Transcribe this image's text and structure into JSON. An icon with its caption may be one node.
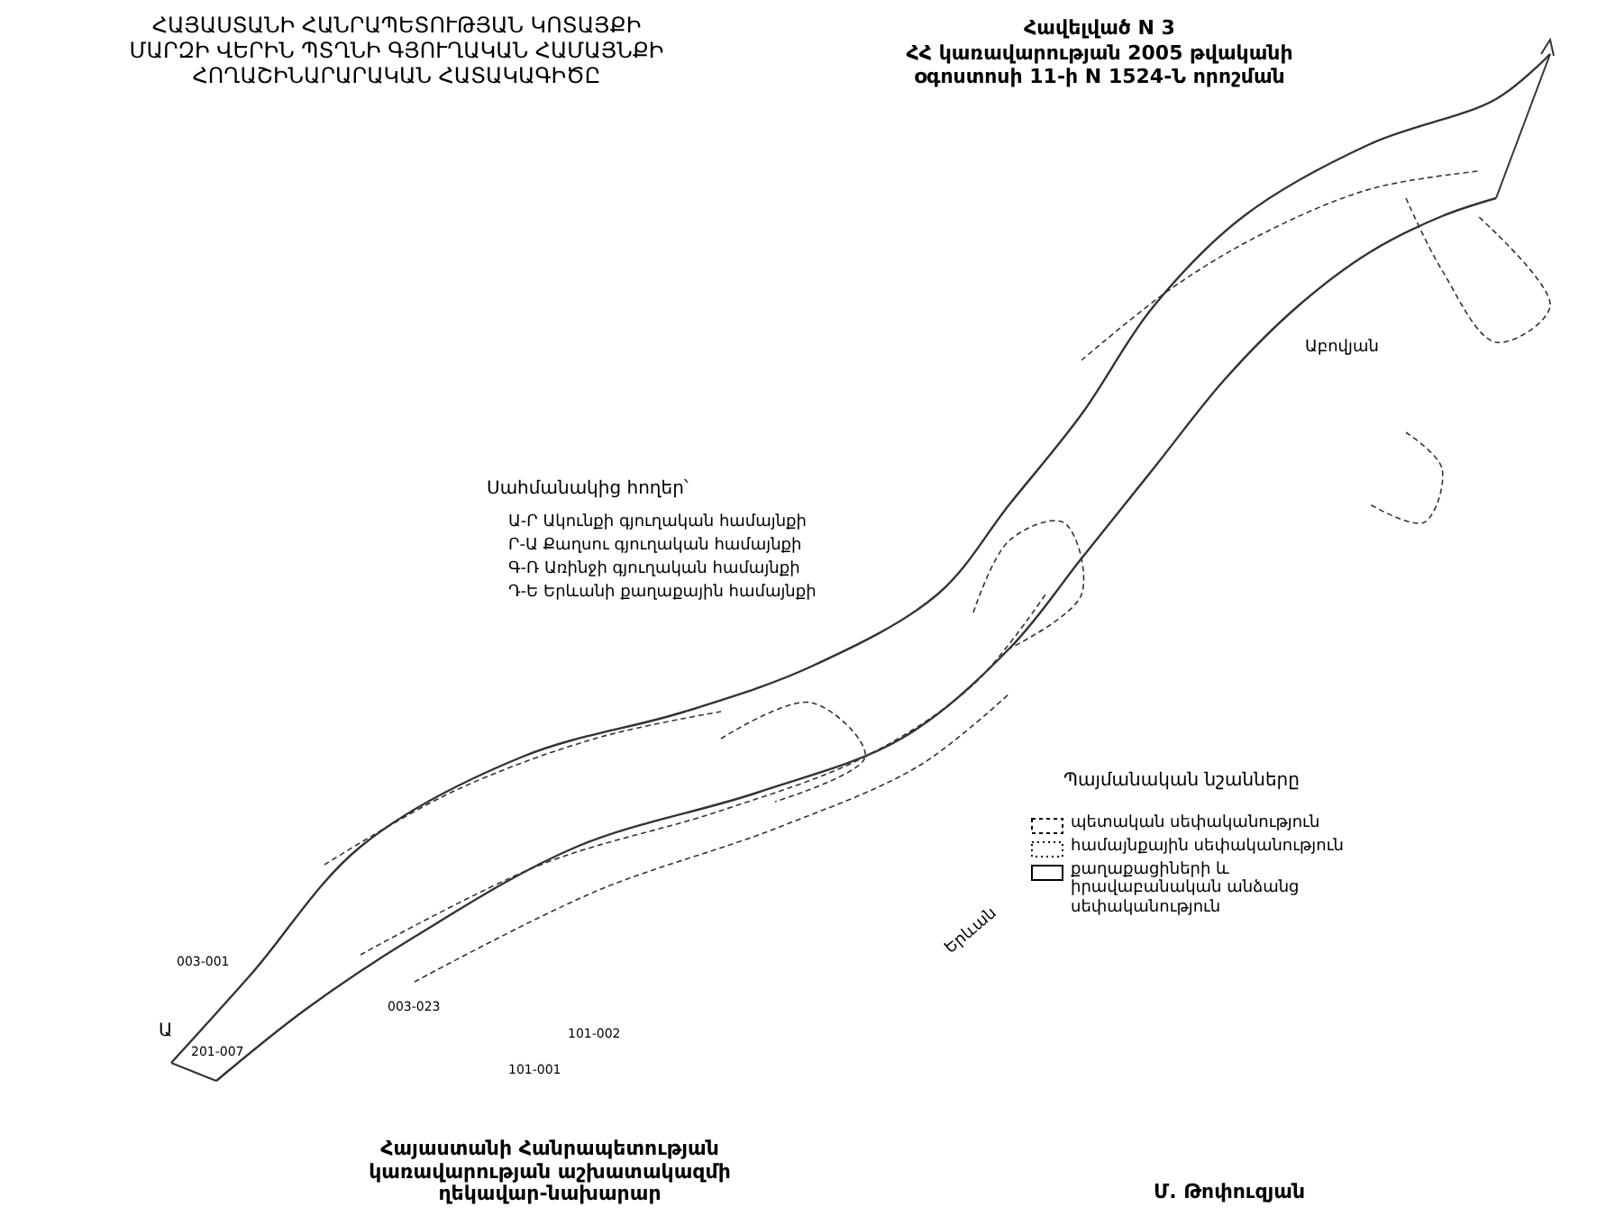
{
  "diagram": {
    "title": "ՀԱՅԱՍՏԱՆԻ ՀԱՆՐԱՊԵՏՈՒԹՅԱՆ ԿՈՏԱՅՔԻ ՄԱՐԶԻ ՎԵՐԻՆ ՊՏՂՆԻ ԳՅՈՒՂԱԿԱՆ ՀԱՄԱՅՆՔԻ ՀՈՂԱՇԻՆԱՐԱՐԱԿԱՆ ՀԱՏԱԿԱԳԻԾԸ",
    "labels": [
      "Հավելված N 3",
      "ՀՀ կառավարության 2005 թվականի օգոստոսի 11-ի N 1524-Ն որոշման",
      "Սահմանակից հողեր՝",
      "Ա-Ր Ակունքի գյուղական համայնքի",
      "Ր-Ա Քաղսու գյուղական համայնքի",
      "Գ-Ռ Առինջի գյուղական համայնքի",
      "Դ-Ե Երևանի քաղաքային համայնքի",
      "Պայմանական նշանները",
      "Հայաստանի Հանրապետության կառավարության աշխատակազմի ղեկավար-նախարար",
      "Մ. Թոփուզյան",
      "Աբովյան",
      "Երևան",
      "Ա",
      "003-001",
      "201-007",
      "003-023",
      "101-002",
      "101-001"
    ],
    "legend": [
      {
        "text": "պետական սեփականություն"
      },
      {
        "text": "համայնքային սեփականություն"
      },
      {
        "text": "քաղաքացիների և իրավաբանական անձանց սեփականություն"
      }
    ]
  }
}
